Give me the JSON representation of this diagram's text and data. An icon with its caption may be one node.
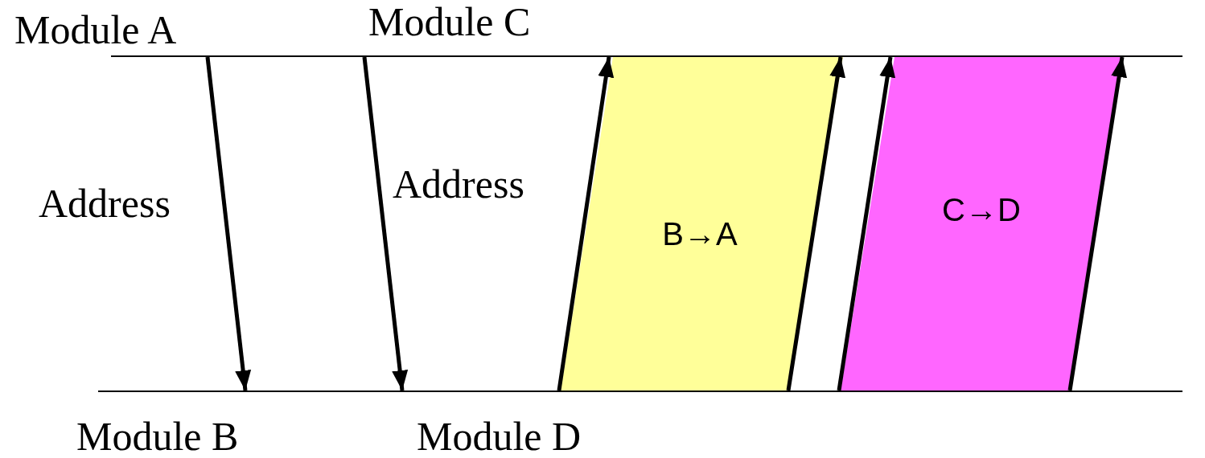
{
  "diagram": {
    "nodes": [
      {
        "text": [],
        "shape": "bar"
      },
      {
        "text": [],
        "shape": "bar"
      },
      {
        "text": [
          "B→A"
        ]
      },
      {
        "text": [
          "C→D"
        ]
      }
    ],
    "edges": [
      {
        "from": 0,
        "to": 1,
        "arrow": "to",
        "label": "Address"
      },
      {
        "from": 0,
        "to": 1,
        "arrow": "to",
        "label": "Address"
      },
      {
        "from": 1,
        "to": 0,
        "arrow": "to"
      },
      {
        "from": 1,
        "to": 0,
        "arrow": "to"
      },
      {
        "from": 1,
        "to": 0,
        "arrow": "to"
      },
      {
        "from": 1,
        "to": 0,
        "arrow": "to"
      }
    ],
    "labels": [
      "Module A",
      "Module C",
      "Module B",
      "Module D"
    ]
  }
}
